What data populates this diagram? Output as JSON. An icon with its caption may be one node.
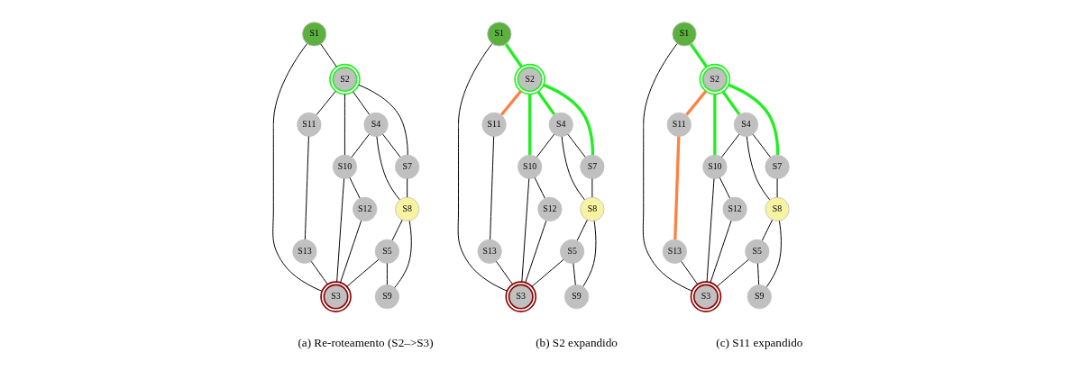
{
  "diagram": {
    "nodes": [
      {
        "text": [
          "S1"
        ]
      },
      {
        "text": [
          "S3"
        ]
      },
      {
        "text": [
          "S13"
        ]
      },
      {
        "text": [
          "S11"
        ]
      },
      {
        "text": [
          "S2"
        ]
      },
      {
        "text": [
          "S10"
        ]
      },
      {
        "text": [
          "S12"
        ]
      },
      {
        "text": [
          "S5"
        ]
      },
      {
        "text": [
          "S4"
        ]
      },
      {
        "text": [
          "S8"
        ]
      },
      {
        "text": [
          "S7"
        ]
      },
      {
        "text": [
          "S9"
        ]
      },
      {
        "text": [
          "S1"
        ]
      },
      {
        "text": [
          "S3"
        ]
      },
      {
        "text": [
          "S13"
        ]
      },
      {
        "text": [
          "S11"
        ]
      },
      {
        "text": [
          "S2"
        ]
      },
      {
        "text": [
          "S10"
        ]
      },
      {
        "text": [
          "S12"
        ]
      },
      {
        "text": [
          "S5"
        ]
      },
      {
        "text": [
          "S4"
        ]
      },
      {
        "text": [
          "S8"
        ]
      },
      {
        "text": [
          "S7"
        ]
      },
      {
        "text": [
          "S9"
        ]
      },
      {
        "text": [
          "S1"
        ]
      },
      {
        "text": [
          "S3"
        ]
      },
      {
        "text": [
          "S13"
        ]
      },
      {
        "text": [
          "S11"
        ]
      },
      {
        "text": [
          "S2"
        ]
      },
      {
        "text": [
          "S10"
        ]
      },
      {
        "text": [
          "S12"
        ]
      },
      {
        "text": [
          "S5"
        ]
      },
      {
        "text": [
          "S4"
        ]
      },
      {
        "text": [
          "S8"
        ]
      },
      {
        "text": [
          "S7"
        ]
      },
      {
        "text": [
          "S9"
        ]
      }
    ],
    "edges": [
      {
        "from": 0,
        "to": 1,
        "arrow": "none"
      },
      {
        "from": 0,
        "to": 4,
        "arrow": "none"
      },
      {
        "from": 3,
        "to": 2,
        "arrow": "none"
      },
      {
        "from": 2,
        "to": 1,
        "arrow": "none"
      },
      {
        "from": 4,
        "to": 3,
        "arrow": "none"
      },
      {
        "from": 4,
        "to": 5,
        "arrow": "none"
      },
      {
        "from": 5,
        "to": 1,
        "arrow": "none"
      },
      {
        "from": 5,
        "to": 6,
        "arrow": "none"
      },
      {
        "from": 6,
        "to": 1,
        "arrow": "none"
      },
      {
        "from": 8,
        "to": 5,
        "arrow": "none"
      },
      {
        "from": 4,
        "to": 8,
        "arrow": "none"
      },
      {
        "from": 4,
        "to": 10,
        "arrow": "none"
      },
      {
        "from": 8,
        "to": 10,
        "arrow": "none"
      },
      {
        "from": 8,
        "to": 9,
        "arrow": "none"
      },
      {
        "from": 10,
        "to": 9,
        "arrow": "none"
      },
      {
        "from": 9,
        "to": 7,
        "arrow": "none"
      },
      {
        "from": 7,
        "to": 1,
        "arrow": "none"
      },
      {
        "from": 7,
        "to": 11,
        "arrow": "none"
      },
      {
        "from": 9,
        "to": 11,
        "arrow": "none"
      },
      {
        "from": 12,
        "to": 13,
        "arrow": "none"
      },
      {
        "from": 12,
        "to": 16,
        "arrow": "none",
        "style": "thick",
        "color": "#22ee22"
      },
      {
        "from": 15,
        "to": 14,
        "arrow": "none"
      },
      {
        "from": 14,
        "to": 13,
        "arrow": "none"
      },
      {
        "from": 16,
        "to": 15,
        "arrow": "none",
        "style": "thick",
        "color": "#ff8040"
      },
      {
        "from": 16,
        "to": 17,
        "arrow": "none",
        "style": "thick",
        "color": "#22ee22"
      },
      {
        "from": 17,
        "to": 13,
        "arrow": "none"
      },
      {
        "from": 17,
        "to": 18,
        "arrow": "none"
      },
      {
        "from": 18,
        "to": 13,
        "arrow": "none"
      },
      {
        "from": 20,
        "to": 17,
        "arrow": "none"
      },
      {
        "from": 16,
        "to": 20,
        "arrow": "none",
        "style": "thick",
        "color": "#22ee22"
      },
      {
        "from": 16,
        "to": 22,
        "arrow": "none",
        "style": "thick",
        "color": "#22ee22"
      },
      {
        "from": 20,
        "to": 22,
        "arrow": "none"
      },
      {
        "from": 20,
        "to": 21,
        "arrow": "none"
      },
      {
        "from": 22,
        "to": 21,
        "arrow": "none"
      },
      {
        "from": 21,
        "to": 19,
        "arrow": "none"
      },
      {
        "from": 19,
        "to": 13,
        "arrow": "none"
      },
      {
        "from": 19,
        "to": 23,
        "arrow": "none"
      },
      {
        "from": 21,
        "to": 23,
        "arrow": "none"
      },
      {
        "from": 24,
        "to": 25,
        "arrow": "none"
      },
      {
        "from": 24,
        "to": 28,
        "arrow": "none",
        "style": "thick",
        "color": "#22ee22"
      },
      {
        "from": 27,
        "to": 26,
        "arrow": "none",
        "style": "thick",
        "color": "#ff8040"
      },
      {
        "from": 26,
        "to": 25,
        "arrow": "none"
      },
      {
        "from": 28,
        "to": 27,
        "arrow": "none",
        "style": "thick",
        "color": "#ff8040"
      },
      {
        "from": 28,
        "to": 29,
        "arrow": "none",
        "style": "thick",
        "color": "#22ee22"
      },
      {
        "from": 29,
        "to": 25,
        "arrow": "none"
      },
      {
        "from": 29,
        "to": 30,
        "arrow": "none"
      },
      {
        "from": 30,
        "to": 25,
        "arrow": "none"
      },
      {
        "from": 32,
        "to": 29,
        "arrow": "none"
      },
      {
        "from": 28,
        "to": 32,
        "arrow": "none",
        "style": "thick",
        "color": "#22ee22"
      },
      {
        "from": 28,
        "to": 34,
        "arrow": "none",
        "style": "thick",
        "color": "#22ee22"
      },
      {
        "from": 32,
        "to": 34,
        "arrow": "none"
      },
      {
        "from": 32,
        "to": 33,
        "arrow": "none"
      },
      {
        "from": 34,
        "to": 33,
        "arrow": "none"
      },
      {
        "from": 33,
        "to": 31,
        "arrow": "none"
      },
      {
        "from": 31,
        "to": 25,
        "arrow": "none"
      },
      {
        "from": 31,
        "to": 35,
        "arrow": "none"
      },
      {
        "from": 33,
        "to": 35,
        "arrow": "none"
      }
    ],
    "labels": [
      "(a) Re-roteamento (S2–>S3)",
      "(b) S2 expandido",
      "(c) S11 expandido"
    ]
  }
}
